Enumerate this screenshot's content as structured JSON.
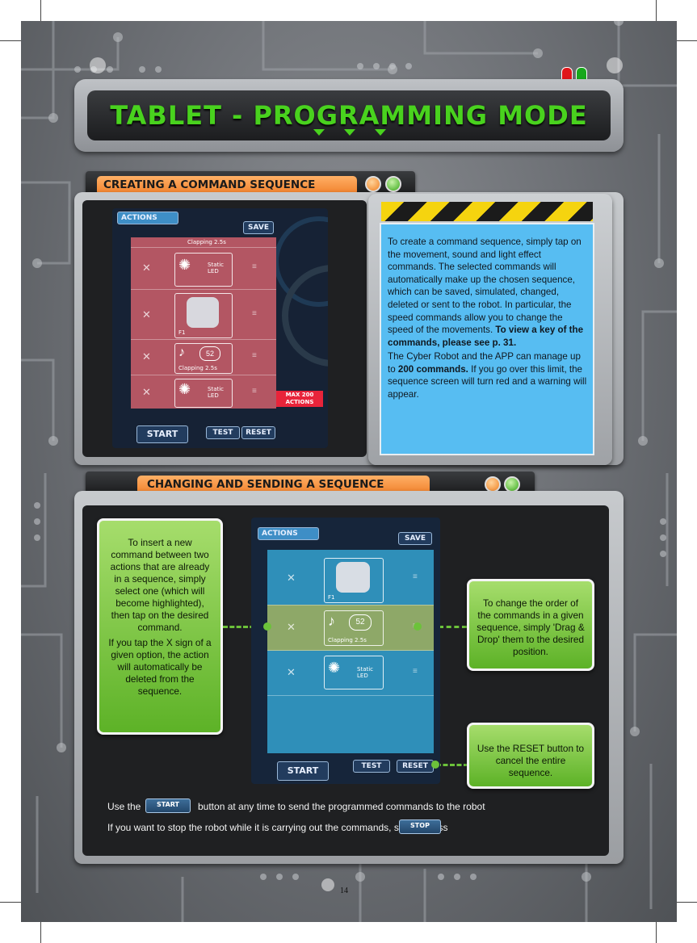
{
  "page_title": "TABLET - PROGRAMMING MODE",
  "section1": {
    "heading": "CREATING A COMMAND SEQUENCE",
    "info_p1_a": "To create a command sequence, simply tap on the movement, sound and light effect commands. The selected commands will automatically make up the chosen sequence, which can be saved, simulated, changed, deleted or sent to the robot. In particular, the speed commands allow you to change the speed of the movements. ",
    "info_p1_b": "To view a key of the commands, please see p. 31.",
    "info_p2_a": "The Cyber Robot and the APP can manage up to ",
    "info_p2_b": "200 commands.",
    "info_p2_c": " If you go over this limit, the sequence screen will turn red and a warning will appear.",
    "screen": {
      "tab_label": "ACTIONS",
      "save_label": "SAVE",
      "clapping_label": "Clapping 2.5s",
      "static_led": "Static LED",
      "f1_label": "F1",
      "sound_number": "52",
      "max_warning": "MAX 200 ACTIONS",
      "start_label": "START",
      "test_label": "TEST",
      "reset_label": "RESET"
    }
  },
  "section2": {
    "heading": "CHANGING AND SENDING A SEQUENCE",
    "left_box_p1": "To insert a new command between two actions that are already in a sequence, simply select one (which will become highlighted), then tap on the desired command.",
    "left_box_p2": "If you tap the X sign of a given option, the action will automatically be deleted from the sequence.",
    "right_box_1": "To change the order of the commands in a given sequence, simply 'Drag & Drop' them to the desired position.",
    "right_box_2": "Use the RESET button to cancel the entire sequence.",
    "screen": {
      "tab_label": "ACTIONS",
      "save_label": "SAVE",
      "f1_label": "F1",
      "sound_number": "52",
      "clapping_label": "Clapping 2.5s",
      "static_led": "Static LED",
      "start_label": "START",
      "test_label": "TEST",
      "reset_label": "RESET"
    },
    "line1_pre": "Use the",
    "line1_btn": "START",
    "line1_post": "button at any time to send the programmed commands to the robot",
    "line2_pre": "If you want to stop the robot while it is carrying out the commands, simply press",
    "line2_btn": "STOP"
  },
  "page_number": "14",
  "colors": {
    "title_green": "#49d21e",
    "header_orange": "#f07e28",
    "info_blue": "#57bdf2",
    "box_green": "#6cbf2e"
  }
}
